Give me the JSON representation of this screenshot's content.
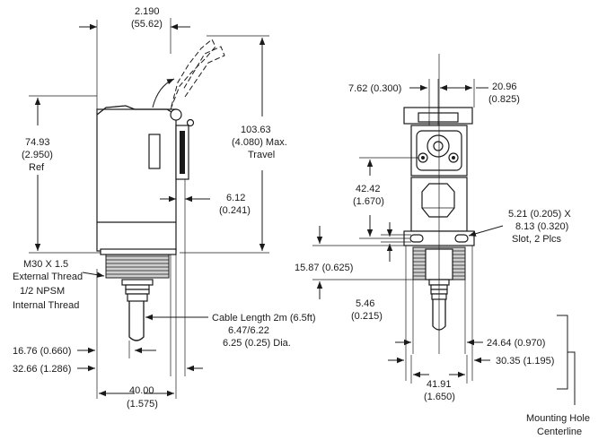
{
  "left_view": {
    "width_top": {
      "mm": "2.190",
      "in": "(55.62)"
    },
    "height_ref": {
      "mm": "74.93",
      "in": "(2.950)",
      "note": "Ref"
    },
    "max_travel": {
      "mm": "103.63",
      "in": "(4.080) Max.",
      "note": "Travel"
    },
    "offset": {
      "mm": "6.12",
      "in": "(0.241)"
    },
    "thread": {
      "line1": "M30 X 1.5",
      "line2": "External Thread",
      "line3": "1/2   NPSM",
      "line4": "Internal Thread"
    },
    "cable": {
      "line1": "Cable Length 2m (6.5ft)",
      "line2": "6.47/6.22",
      "line3": "6.25 (0.25) Dia."
    },
    "dim_16": "16.76 (0.660)",
    "dim_32": "32.66 (1.286)",
    "width_bottom": {
      "mm": "40.00",
      "in": "(1.575)"
    }
  },
  "right_view": {
    "dim_762": "7.62 (0.300)",
    "dim_2096": {
      "mm": "20.96",
      "in": "(0.825)"
    },
    "dim_4242": {
      "mm": "42.42",
      "in": "(1.670)"
    },
    "slot": {
      "line1": "5.21 (0.205) X",
      "line2": "8.13 (0.320)",
      "line3": "Slot, 2 Plcs"
    },
    "dim_1587": "15.87 (0.625)",
    "dim_546": {
      "mm": "5.46",
      "in": "(0.215)"
    },
    "dim_2464": "24.64 (0.970)",
    "dim_3035": "30.35 (1.195)",
    "dim_4191": {
      "mm": "41.91",
      "in": "(1.650)"
    },
    "mounting": {
      "line1": "Mounting Hole",
      "line2": "Centerline"
    }
  }
}
